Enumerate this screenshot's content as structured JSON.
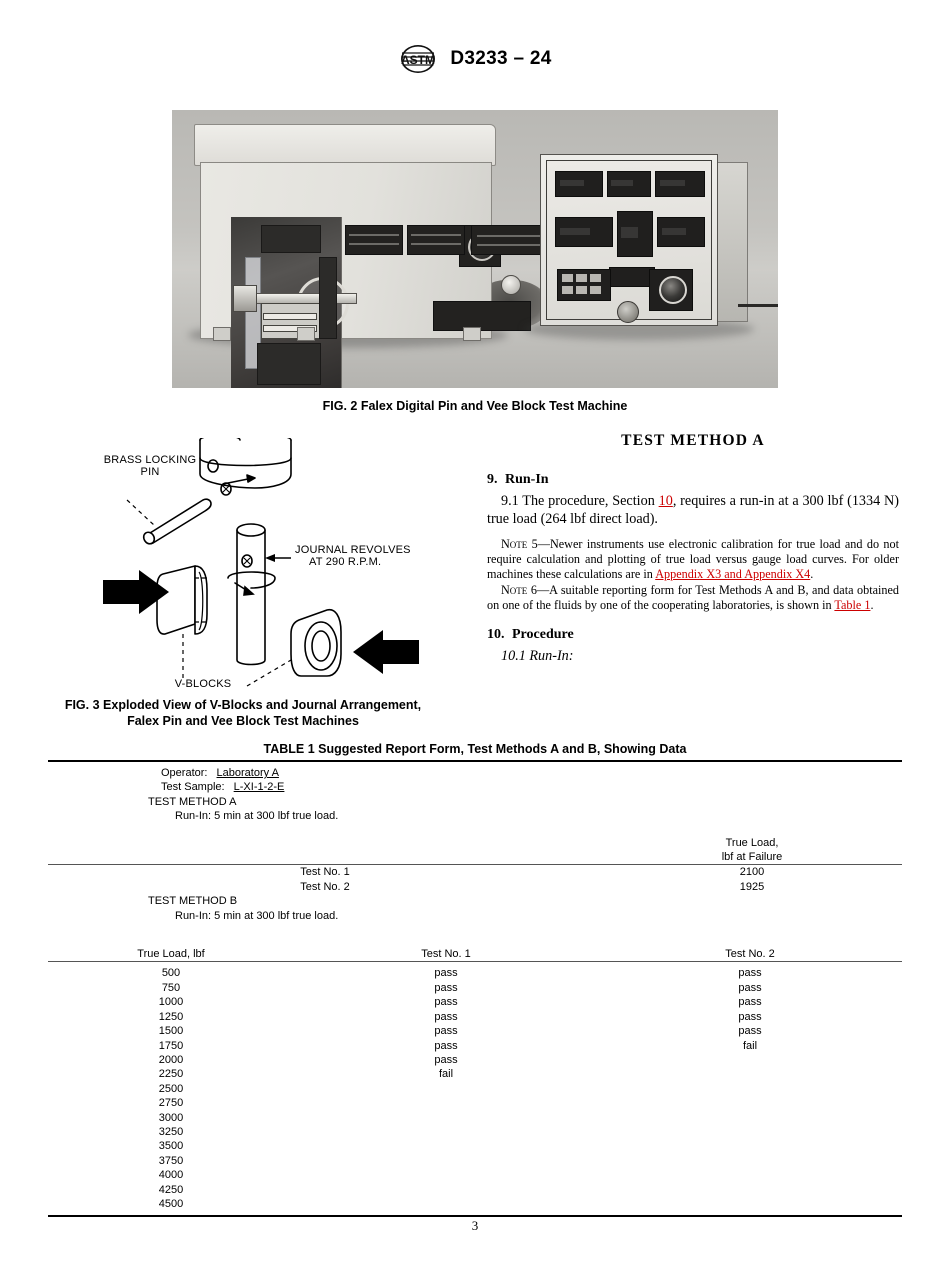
{
  "header": {
    "logo_name": "astm-logo",
    "designation": "D3233 – 24"
  },
  "figures": {
    "fig2": {
      "caption": "FIG. 2  Falex Digital Pin and Vee Block Test Machine",
      "alt": "photograph of Falex digital pin and vee block test machine with separate control console"
    },
    "fig3": {
      "caption_line1": "FIG. 3  Exploded View of V-Blocks and Journal Arrangement,",
      "caption_line2": "Falex Pin and Vee Block Test Machines",
      "labels": {
        "brass_pin_line1": "BRASS LOCKING",
        "brass_pin_line2": "PIN",
        "journal_line1": "JOURNAL REVOLVES",
        "journal_line2": "AT 290 R.P.M.",
        "vblocks": "V-BLOCKS"
      }
    }
  },
  "right_column": {
    "test_method_heading": "TEST  METHOD  A",
    "section9": {
      "number": "9.",
      "title": "Run-In",
      "p91_pre": "9.1  The procedure, Section ",
      "p91_link": "10",
      "p91_post": ", requires a run-in at a 300 lbf (1334 N) true load (264 lbf direct load)."
    },
    "note5": {
      "label": "Note",
      "number": " 5—",
      "text_pre": "Newer instruments use electronic calibration for true load and do not require calculation and plotting of true load versus gauge load curves. For older machines these calculations are in ",
      "link": "Appendix X3 and Appendix X4",
      "text_post": "."
    },
    "note6": {
      "label": "Note",
      "number": " 6—",
      "text_pre": "A suitable reporting form for Test Methods A and B, and data obtained on one of the fluids by one of the cooperating laboratories, is shown in ",
      "link": "Table 1",
      "text_post": "."
    },
    "section10": {
      "number": "10.",
      "title": "Procedure",
      "p101": "10.1  Run-In:"
    }
  },
  "table1": {
    "title": "TABLE 1 Suggested Report Form, Test Methods A and B, Showing Data",
    "operator_label": "Operator:",
    "operator_value": "Laboratory A",
    "sample_label": "Test Sample:",
    "sample_value": "L-XI-1-2-E",
    "method_a_label": "TEST METHOD A",
    "method_a_runin": "Run-In: 5 min at 300 lbf true load.",
    "method_a_col_head_line1": "True Load,",
    "method_a_col_head_line2": "lbf at Failure",
    "method_a_rows": [
      {
        "label": "Test No. 1",
        "value": "2100"
      },
      {
        "label": "Test No. 2",
        "value": "1925"
      }
    ],
    "method_b_label": "TEST METHOD B",
    "method_b_runin": "Run-In: 5 min at 300 lbf true load.",
    "method_b_headers": [
      "True Load, lbf",
      "Test No. 1",
      "Test No. 2"
    ],
    "method_b_rows": [
      {
        "load": "500",
        "test1": "pass",
        "test2": "pass"
      },
      {
        "load": "750",
        "test1": "pass",
        "test2": "pass"
      },
      {
        "load": "1000",
        "test1": "pass",
        "test2": "pass"
      },
      {
        "load": "1250",
        "test1": "pass",
        "test2": "pass"
      },
      {
        "load": "1500",
        "test1": "pass",
        "test2": "pass"
      },
      {
        "load": "1750",
        "test1": "pass",
        "test2": "fail"
      },
      {
        "load": "2000",
        "test1": "pass",
        "test2": ""
      },
      {
        "load": "2250",
        "test1": "fail",
        "test2": ""
      },
      {
        "load": "2500",
        "test1": "",
        "test2": ""
      },
      {
        "load": "2750",
        "test1": "",
        "test2": ""
      },
      {
        "load": "3000",
        "test1": "",
        "test2": ""
      },
      {
        "load": "3250",
        "test1": "",
        "test2": ""
      },
      {
        "load": "3500",
        "test1": "",
        "test2": ""
      },
      {
        "load": "3750",
        "test1": "",
        "test2": ""
      },
      {
        "load": "4000",
        "test1": "",
        "test2": ""
      },
      {
        "load": "4250",
        "test1": "",
        "test2": ""
      },
      {
        "load": "4500",
        "test1": "",
        "test2": ""
      }
    ]
  },
  "footer": {
    "page_number": "3"
  },
  "colors": {
    "link": "#cc0000",
    "text": "#000000"
  }
}
